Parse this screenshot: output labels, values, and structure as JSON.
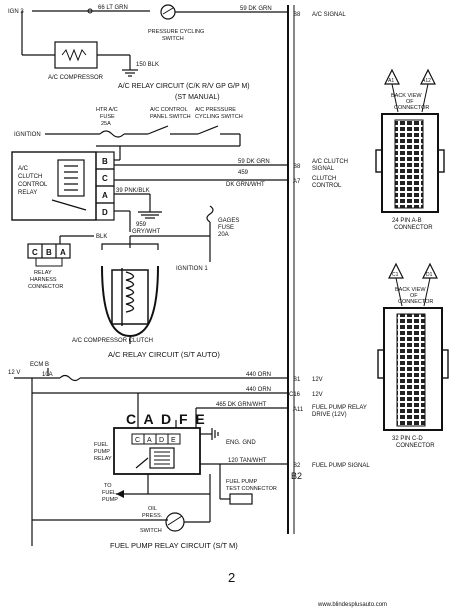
{
  "top": {
    "ign3": "IGN 3",
    "wire_66": "66 LT GRN",
    "pressure_switch": [
      "PRESSURE CYCLING",
      "SWITCH"
    ],
    "wire_59_top": "59 DK GRN",
    "pin_b8_top": "B8",
    "ac_signal": "A/C SIGNAL",
    "wire_150": "150 BLK",
    "compressor": "A/C COMPRESSOR",
    "caption_1": "A/C RELAY CIRCUIT (C/K R/V GP G/P M)",
    "caption_2": "(ST MANUAL)"
  },
  "middle": {
    "htr_fuse": [
      "HTR A/C",
      "FUSE",
      "25A"
    ],
    "panel_switch": [
      "A/C CONTROL",
      "PANEL SWITCH"
    ],
    "pressure_switch": [
      "A/C PRESSURE",
      "CYCLING SWITCH"
    ],
    "ignition": "IGNITION",
    "relay_label": [
      "A/C",
      "CLUTCH",
      "CONTROL",
      "RELAY"
    ],
    "relay_pins": [
      "B",
      "C",
      "A",
      "D"
    ],
    "wire_59": "59 DK GRN",
    "pin_b8": "B8",
    "ac_clutch_signal": [
      "A/C CLUTCH",
      "SIGNAL"
    ],
    "wire_459": [
      "459",
      "DK GRN/WHT"
    ],
    "pin_a7": "A7",
    "clutch_control": [
      "CLUTCH",
      "CONTROL"
    ],
    "wire_39": "39 PNK/BLK",
    "wire_959": [
      "959",
      "GRY/WHT"
    ],
    "gages_fuse": [
      "GAGES",
      "FUSE",
      "20A"
    ],
    "blk": "BLK",
    "ignition_1": "IGNITION 1",
    "harness_pins": [
      "C",
      "B",
      "A"
    ],
    "harness_label": [
      "RELAY",
      "HARNESS",
      "CONNECTOR"
    ],
    "compressor_clutch": "A/C COMPRESSOR CLUTCH",
    "caption": "A/C RELAY CIRCUIT (S/T AUTO)"
  },
  "bottom": {
    "ecm": "ECM B",
    "volts": "12 V",
    "fuse": "10A",
    "wire_440_a": "440 ORN",
    "wire_440_b": "440 ORN",
    "wire_465": "465 DK GRN/WHT",
    "pin_b1": "B1",
    "pin_c16": "C16",
    "pin_a11": "A11",
    "pin_b2": "B2",
    "pin_b2_hand": "B2",
    "label_12v_a": "12V",
    "label_12v_b": "12V",
    "fuel_relay_drive": [
      "FUEL PUMP RELAY",
      "DRIVE (12V)"
    ],
    "fuel_pump_signal": "FUEL PUMP SIGNAL",
    "hand_letters": "C A D F E",
    "relay_pins": [
      "C",
      "A",
      "D",
      "E"
    ],
    "relay_label": [
      "FUEL",
      "PUMP",
      "RELAY"
    ],
    "eng_gnd": "ENG. GND",
    "wire_120": "120 TAN/WHT",
    "test_conn": [
      "FUEL PUMP",
      "TEST CONNECTOR"
    ],
    "to_pump": [
      "TO",
      "FUEL",
      "PUMP"
    ],
    "oil_switch": [
      "OIL",
      "PRESS.",
      "SWITCH"
    ],
    "caption": "FUEL PUMP RELAY CIRCUIT (S/T M)"
  },
  "connector_a": {
    "marks": [
      "A1",
      "A12"
    ],
    "label": [
      "BACK VIEW",
      "OF",
      "CONNECTOR"
    ],
    "name": [
      "24 PIN A-B",
      "CONNECTOR"
    ]
  },
  "connector_b": {
    "marks": [
      "C1",
      "D1"
    ],
    "label": [
      "BACK VIEW",
      "OF",
      "CONNECTOR"
    ],
    "name": [
      "32 PIN C-D",
      "CONNECTOR"
    ]
  },
  "page_number": "2",
  "watermark": "www.blindesplusauto.com"
}
